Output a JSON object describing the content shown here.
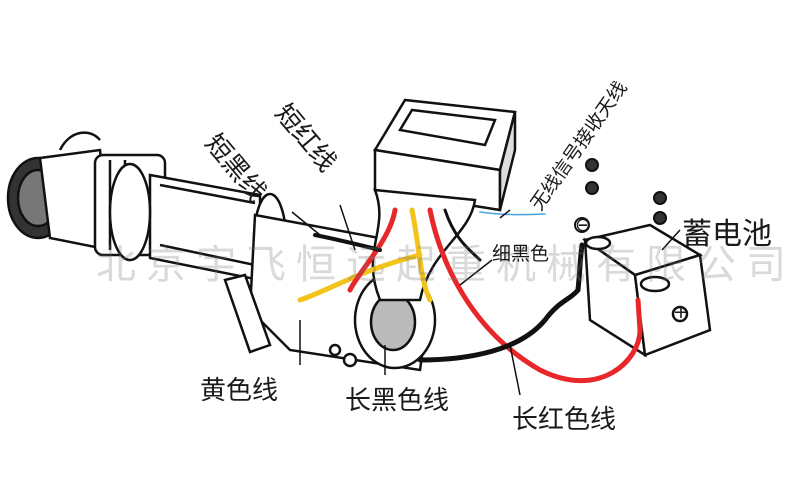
{
  "labels": {
    "short_black": "短黑线",
    "short_red": "短红线",
    "antenna": "无线信号接收天线",
    "battery": "蓄电池",
    "thin_black": "细黑色",
    "yellow": "黄色线",
    "long_black": "长黑色线",
    "long_red": "长红色线"
  },
  "watermark": "北京宇飞恒远起重机械有限公司",
  "terminals": {
    "negative": "⊖",
    "positive": "+"
  },
  "colors": {
    "red_wire": "#e8272a",
    "yellow_wire": "#f2c318",
    "black_wire": "#111111",
    "antenna": "#4aa3df"
  }
}
